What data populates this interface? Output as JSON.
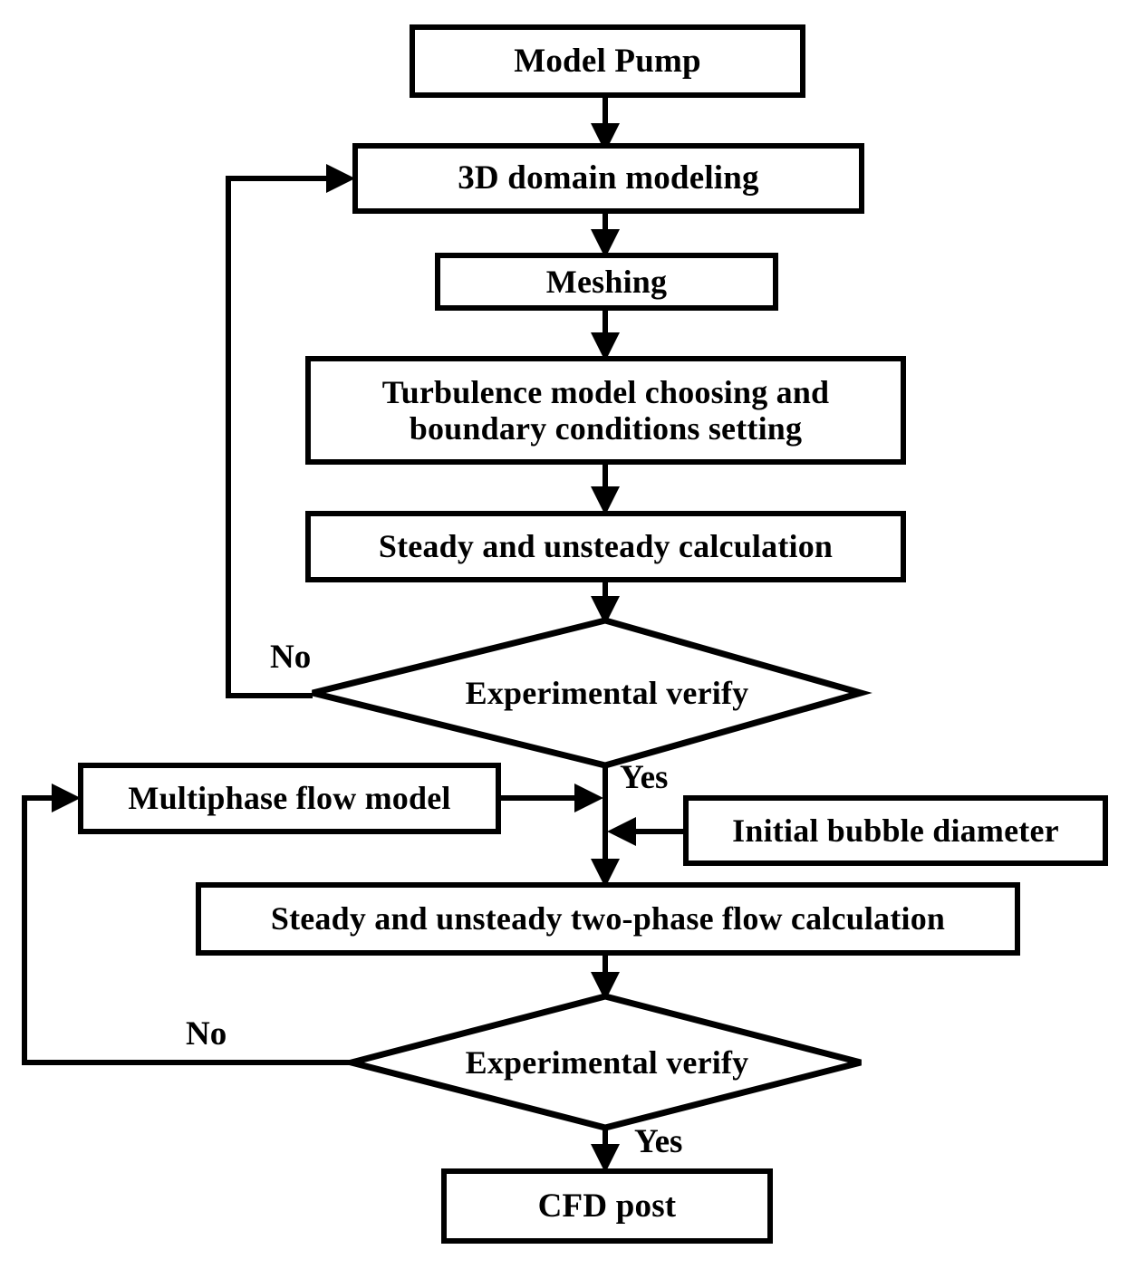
{
  "diagram": {
    "title": "CFD simulation workflow flowchart",
    "background_color": "#ffffff",
    "line_color": "#000000",
    "text_color": "#000000",
    "nodes": [
      {
        "id": "model_pump",
        "shape": "process",
        "label": "Model Pump"
      },
      {
        "id": "domain_modeling",
        "shape": "process",
        "label": "3D domain modeling"
      },
      {
        "id": "meshing",
        "shape": "process",
        "label": "Meshing"
      },
      {
        "id": "turbulence",
        "shape": "process",
        "label": "Turbulence model choosing and\nboundary conditions setting"
      },
      {
        "id": "steady_calc",
        "shape": "process",
        "label": "Steady and unsteady calculation"
      },
      {
        "id": "verify_1",
        "shape": "decision",
        "label": "Experimental verify"
      },
      {
        "id": "multiphase",
        "shape": "process",
        "label": "Multiphase flow model"
      },
      {
        "id": "bubble_diameter",
        "shape": "process",
        "label": "Initial bubble diameter"
      },
      {
        "id": "two_phase_calc",
        "shape": "process",
        "label": "Steady and unsteady two-phase flow calculation"
      },
      {
        "id": "verify_2",
        "shape": "decision",
        "label": "Experimental verify"
      },
      {
        "id": "cfd_post",
        "shape": "process",
        "label": "CFD post"
      }
    ],
    "edge_labels": [
      {
        "id": "no_1",
        "label": "No",
        "from": "verify_1",
        "to": "domain_modeling"
      },
      {
        "id": "yes_1",
        "label": "Yes",
        "from": "verify_1",
        "to": "two_phase_calc"
      },
      {
        "id": "no_2",
        "label": "No",
        "from": "verify_2",
        "to": "multiphase"
      },
      {
        "id": "yes_2",
        "label": "Yes",
        "from": "verify_2",
        "to": "cfd_post"
      }
    ]
  }
}
